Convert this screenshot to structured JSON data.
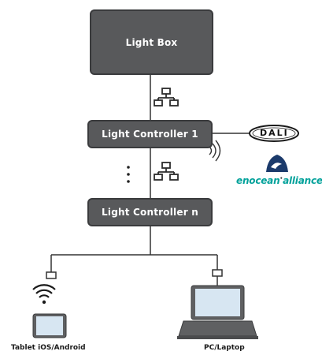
{
  "nodes": {
    "light_box": "Light Box",
    "controller_1": "Light Controller 1",
    "controller_n": "Light Controller n"
  },
  "external": {
    "dali": "DALI",
    "enocean": "enocean",
    "enocean_suffix": "alliance"
  },
  "clients": {
    "tablet": "Tablet iOS/Android",
    "pc": "PC/Laptop"
  },
  "colors": {
    "box_fill": "#58595b",
    "line": "#333333",
    "enocean": "#00a19a",
    "dali_blue": "#1b3a6b"
  }
}
